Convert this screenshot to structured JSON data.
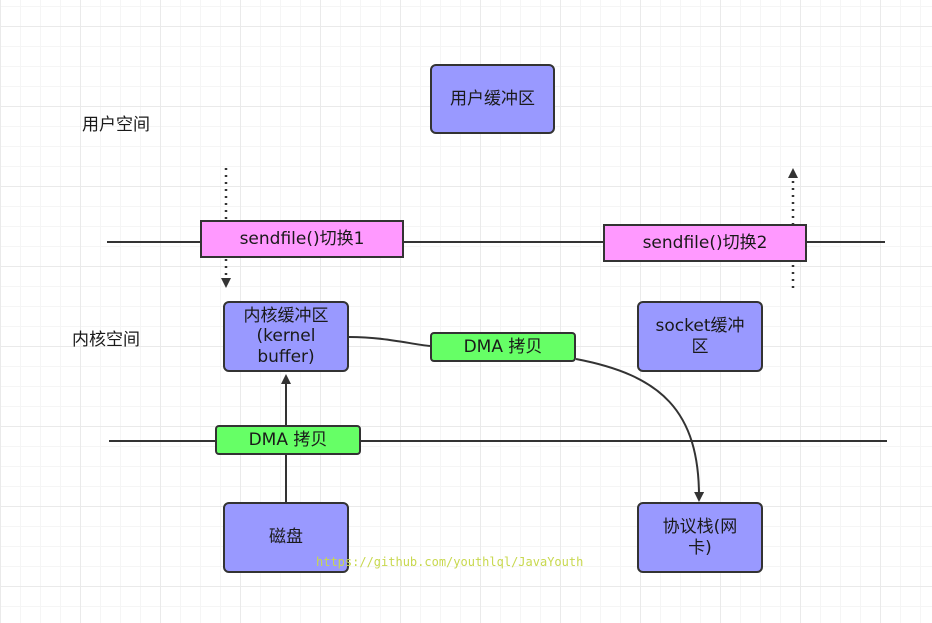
{
  "spaces": {
    "user": "用户空间",
    "kernel": "内核空间"
  },
  "boxes": {
    "user_buffer": "用户缓冲区",
    "sendfile_switch_1": "sendfile()切换1",
    "sendfile_switch_2": "sendfile()切换2",
    "kernel_buffer": "内核缓冲区\n(kernel\nbuffer)",
    "socket_buffer": "socket缓冲\n区",
    "dma_copy_top": "DMA 拷贝",
    "dma_copy_bottom": "DMA 拷贝",
    "disk": "磁盘",
    "protocol_stack": "协议栈(网\n卡)"
  },
  "watermark": "https://github.com/youthlql/JavaYouth",
  "colors": {
    "buffer_fill": "#9999ff",
    "switch_fill": "#ff99ff",
    "dma_fill": "#66ff66",
    "line": "#333333"
  }
}
